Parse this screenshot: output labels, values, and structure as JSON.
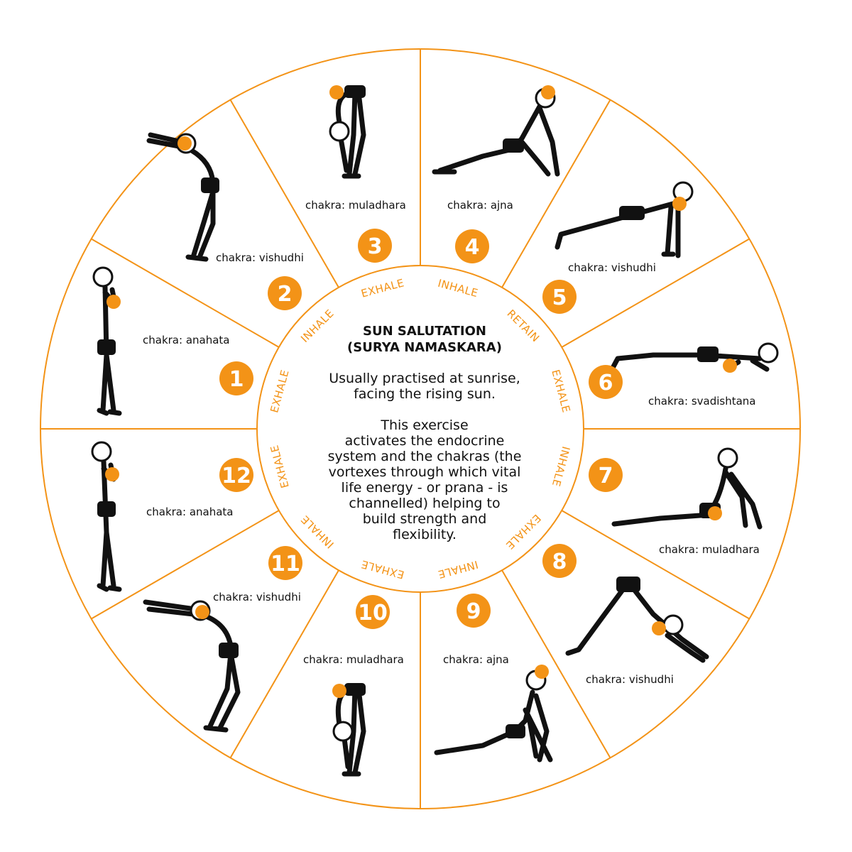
{
  "accent_color": "#F39317",
  "center": {
    "title_line1": "SUN SALUTATION",
    "title_line2": "(SURYA NAMASKARA)",
    "para1": [
      "Usually practised at sunrise,",
      "facing the rising sun."
    ],
    "para2": [
      "This exercise",
      "activates the endocrine",
      "system and the chakras (the",
      "vortexes through which vital",
      "life energy - or prana - is",
      "channelled) helping to",
      "build strength and",
      "flexibility."
    ]
  },
  "steps": [
    {
      "number": "1",
      "chakra": "chakra: anahata",
      "breath": "EXHALE"
    },
    {
      "number": "2",
      "chakra": "chakra: vishudhi",
      "breath": "INHALE"
    },
    {
      "number": "3",
      "chakra": "chakra: muladhara",
      "breath": "EXHALE"
    },
    {
      "number": "4",
      "chakra": "chakra: ajna",
      "breath": "INHALE"
    },
    {
      "number": "5",
      "chakra": "chakra: vishudhi",
      "breath": "RETAIN"
    },
    {
      "number": "6",
      "chakra": "chakra: svadishtana",
      "breath": "EXHALE"
    },
    {
      "number": "7",
      "chakra": "chakra: muladhara",
      "breath": "INHALE"
    },
    {
      "number": "8",
      "chakra": "chakra: vishudhi",
      "breath": "EXHALE"
    },
    {
      "number": "9",
      "chakra": "chakra: ajna",
      "breath": "INHALE"
    },
    {
      "number": "10",
      "chakra": "chakra: muladhara",
      "breath": "EXHALE"
    },
    {
      "number": "11",
      "chakra": "chakra: vishudhi",
      "breath": "INHALE"
    },
    {
      "number": "12",
      "chakra": "chakra: anahata",
      "breath": "EXHALE"
    }
  ]
}
